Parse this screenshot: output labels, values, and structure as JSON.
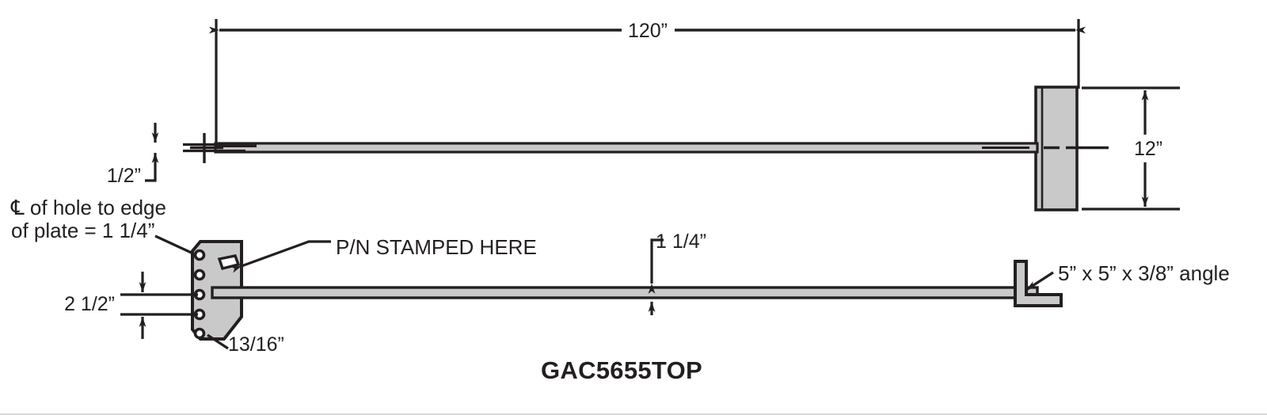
{
  "drawing": {
    "title": "GAC5655TOP",
    "line_color": "#231f20",
    "fill_color": "#c9c9c9",
    "background": "#ffffff"
  },
  "top_view": {
    "overall_length_label": "120”",
    "bar_thickness_label": "1/2”",
    "end_plate_height_label": "12”"
  },
  "side_view": {
    "hole_edge_note_line1": "℄ of hole to edge",
    "hole_edge_note_line2": "of plate = 1 1/4”",
    "stamp_note": "P/N STAMPED HERE",
    "hole_spacing_label": "2 1/2”",
    "hole_diameter_label": "13/16”",
    "bar_offset_label": "1 1/4”",
    "angle_label": "5” x 5” x 3/8” angle"
  },
  "holes": {
    "count": 5,
    "diameter": "13/16”"
  }
}
